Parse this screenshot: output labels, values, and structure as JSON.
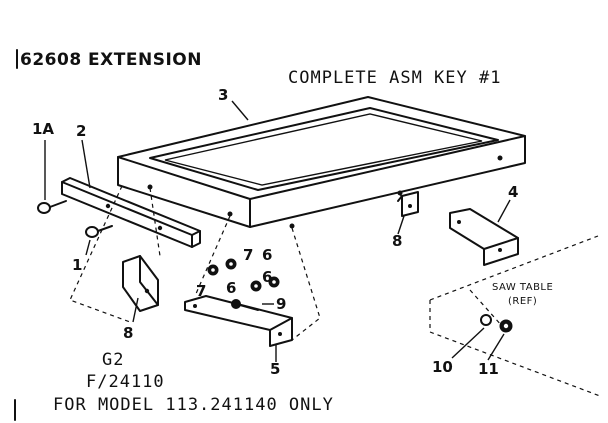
{
  "header": {
    "title": "62608 EXTENSION",
    "asm_key": "COMPLETE ASM KEY #1"
  },
  "callouts": {
    "c1a": "1A",
    "c1": "1",
    "c2": "2",
    "c3": "3",
    "c4": "4",
    "c5": "5",
    "c6a": "6",
    "c6b": "6",
    "c6c": "6",
    "c7a": "7",
    "c7b": "7",
    "c8a": "8",
    "c8b": "8",
    "c9": "9",
    "c10": "10",
    "c11": "11"
  },
  "reference": {
    "line1": "SAW TABLE",
    "line2": "(REF)"
  },
  "footer": {
    "code_g": "G2",
    "code_f": "F/24110",
    "model_note": "FOR MODEL 113.241140 ONLY"
  }
}
